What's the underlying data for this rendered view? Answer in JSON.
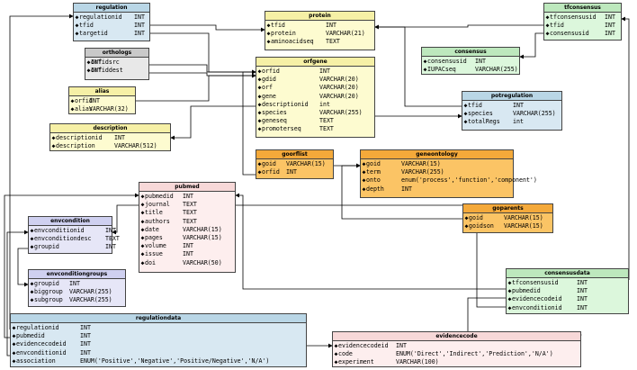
{
  "tables": [
    {
      "id": "regulation",
      "name": "regulation",
      "color": "blue",
      "columns": [
        {
          "name": "regulationid",
          "type": "INT",
          "key": true
        },
        {
          "name": "tfid",
          "type": "INT",
          "key": true
        },
        {
          "name": "targetid",
          "type": "INT",
          "key": true
        }
      ]
    },
    {
      "id": "protein",
      "name": "protein",
      "color": "yel",
      "columns": [
        {
          "name": "tfid",
          "type": "INT",
          "key": true
        },
        {
          "name": "protein",
          "type": "VARCHAR(21)",
          "key": true
        },
        {
          "name": "aminoacidseq",
          "type": "TEXT",
          "key": true
        }
      ]
    },
    {
      "id": "tfconsensus",
      "name": "tfconsensus",
      "color": "grn",
      "columns": [
        {
          "name": "tfconsensusid",
          "type": "INT",
          "key": true
        },
        {
          "name": "tfid",
          "type": "INT",
          "key": true
        },
        {
          "name": "consensusid",
          "type": "INT",
          "key": true
        }
      ]
    },
    {
      "id": "orthologs",
      "name": "orthologs",
      "color": "gry",
      "columns": [
        {
          "name": "orfidsrc",
          "type": "INT",
          "key": true
        },
        {
          "name": "orfiddest",
          "type": "INT",
          "key": true
        }
      ]
    },
    {
      "id": "consensus",
      "name": "consensus",
      "color": "grn",
      "columns": [
        {
          "name": "consensusid",
          "type": "INT",
          "key": true
        },
        {
          "name": "IUPACseq",
          "type": "VARCHAR(255)",
          "key": true
        }
      ]
    },
    {
      "id": "orfgene",
      "name": "orfgene",
      "color": "yel",
      "columns": [
        {
          "name": "orfid",
          "type": "INT",
          "key": true
        },
        {
          "name": "gdid",
          "type": "VARCHAR(20)",
          "key": true
        },
        {
          "name": "orf",
          "type": "VARCHAR(20)",
          "key": true
        },
        {
          "name": "gene",
          "type": "VARCHAR(20)",
          "key": true
        },
        {
          "name": "descriptionid",
          "type": "int",
          "key": true
        },
        {
          "name": "species",
          "type": "VARCHAR(255)",
          "key": true
        },
        {
          "name": "geneseq",
          "type": "TEXT",
          "key": true
        },
        {
          "name": "promoterseq",
          "type": "TEXT",
          "key": true
        }
      ]
    },
    {
      "id": "alias",
      "name": "alias",
      "color": "yel",
      "columns": [
        {
          "name": "orfid",
          "type": "INT",
          "key": true
        },
        {
          "name": "alias",
          "type": "VARCHAR(32)",
          "key": true
        }
      ]
    },
    {
      "id": "potregulation",
      "name": "potregulation",
      "color": "blue",
      "columns": [
        {
          "name": "tfid",
          "type": "INT",
          "key": true
        },
        {
          "name": "species",
          "type": "VARCHAR(255)",
          "key": true
        },
        {
          "name": "totalRegs",
          "type": "int",
          "key": true
        }
      ]
    },
    {
      "id": "description",
      "name": "description",
      "color": "yel",
      "columns": [
        {
          "name": "descriptionid",
          "type": "INT",
          "key": true
        },
        {
          "name": "description",
          "type": "VARCHAR(512)",
          "key": true
        }
      ]
    },
    {
      "id": "goorflist",
      "name": "goorflist",
      "color": "org",
      "columns": [
        {
          "name": "goid",
          "type": "VARCHAR(15)",
          "key": true
        },
        {
          "name": "orfid",
          "type": "INT",
          "key": true
        }
      ]
    },
    {
      "id": "geneontology",
      "name": "geneontology",
      "color": "org",
      "columns": [
        {
          "name": "goid",
          "type": "VARCHAR(15)",
          "key": true
        },
        {
          "name": "term",
          "type": "VARCHAR(255)",
          "key": true
        },
        {
          "name": "onto",
          "type": "enum('process','function','component')",
          "key": true
        },
        {
          "name": "depth",
          "type": "INT",
          "key": true
        }
      ]
    },
    {
      "id": "pubmed",
      "name": "pubmed",
      "color": "pnk",
      "columns": [
        {
          "name": "pubmedid",
          "type": "INT",
          "key": true
        },
        {
          "name": "journal",
          "type": "TEXT",
          "key": true
        },
        {
          "name": "title",
          "type": "TEXT",
          "key": true
        },
        {
          "name": "authors",
          "type": "TEXT",
          "key": true
        },
        {
          "name": "date",
          "type": "VARCHAR(15)",
          "key": true
        },
        {
          "name": "pages",
          "type": "VARCHAR(15)",
          "key": true
        },
        {
          "name": "volume",
          "type": "INT",
          "key": true
        },
        {
          "name": "issue",
          "type": "INT",
          "key": true
        },
        {
          "name": "doi",
          "type": "VARCHAR(50)",
          "key": true
        }
      ]
    },
    {
      "id": "goparents",
      "name": "goparents",
      "color": "org",
      "columns": [
        {
          "name": "goid",
          "type": "VARCHAR(15)",
          "key": true
        },
        {
          "name": "goidson",
          "type": "VARCHAR(15)",
          "key": true
        }
      ]
    },
    {
      "id": "envcondition",
      "name": "envcondition",
      "color": "lav",
      "columns": [
        {
          "name": "envconditionid",
          "type": "INT",
          "key": true
        },
        {
          "name": "envconditiondesc",
          "type": "TEXT",
          "key": true
        },
        {
          "name": "groupid",
          "type": "INT",
          "key": true
        }
      ]
    },
    {
      "id": "envconditiongroups",
      "name": "envconditiongroups",
      "color": "lav",
      "columns": [
        {
          "name": "groupid",
          "type": "INT",
          "key": true
        },
        {
          "name": "biggroup",
          "type": "VARCHAR(255)",
          "key": true
        },
        {
          "name": "subgroup",
          "type": "VARCHAR(255)",
          "key": true
        }
      ]
    },
    {
      "id": "consensusdata",
      "name": "consensusdata",
      "color": "grn",
      "columns": [
        {
          "name": "tfconsensusid",
          "type": "INT",
          "key": true
        },
        {
          "name": "pubmedid",
          "type": "INT",
          "key": true
        },
        {
          "name": "evidencecodeid",
          "type": "INT",
          "key": true
        },
        {
          "name": "envconditionid",
          "type": "INT",
          "key": true
        }
      ]
    },
    {
      "id": "regulationdata",
      "name": "regulationdata",
      "color": "blue",
      "columns": [
        {
          "name": "regulationid",
          "type": "INT",
          "key": true
        },
        {
          "name": "pubmedid",
          "type": "INT",
          "key": true
        },
        {
          "name": "evidencecodeid",
          "type": "INT",
          "key": true
        },
        {
          "name": "envconditionid",
          "type": "INT",
          "key": true
        },
        {
          "name": "association",
          "type": "ENUM('Positive','Negative','Positive/Negative','N/A')",
          "key": true
        }
      ]
    },
    {
      "id": "evidencecode",
      "name": "evidencecode",
      "color": "pnk",
      "columns": [
        {
          "name": "evidencecodeid",
          "type": "INT",
          "key": true
        },
        {
          "name": "code",
          "type": "ENUM('Direct','Indirect','Prediction','N/A')",
          "key": true
        },
        {
          "name": "experiment",
          "type": "VARCHAR(100)",
          "key": true
        }
      ]
    }
  ]
}
